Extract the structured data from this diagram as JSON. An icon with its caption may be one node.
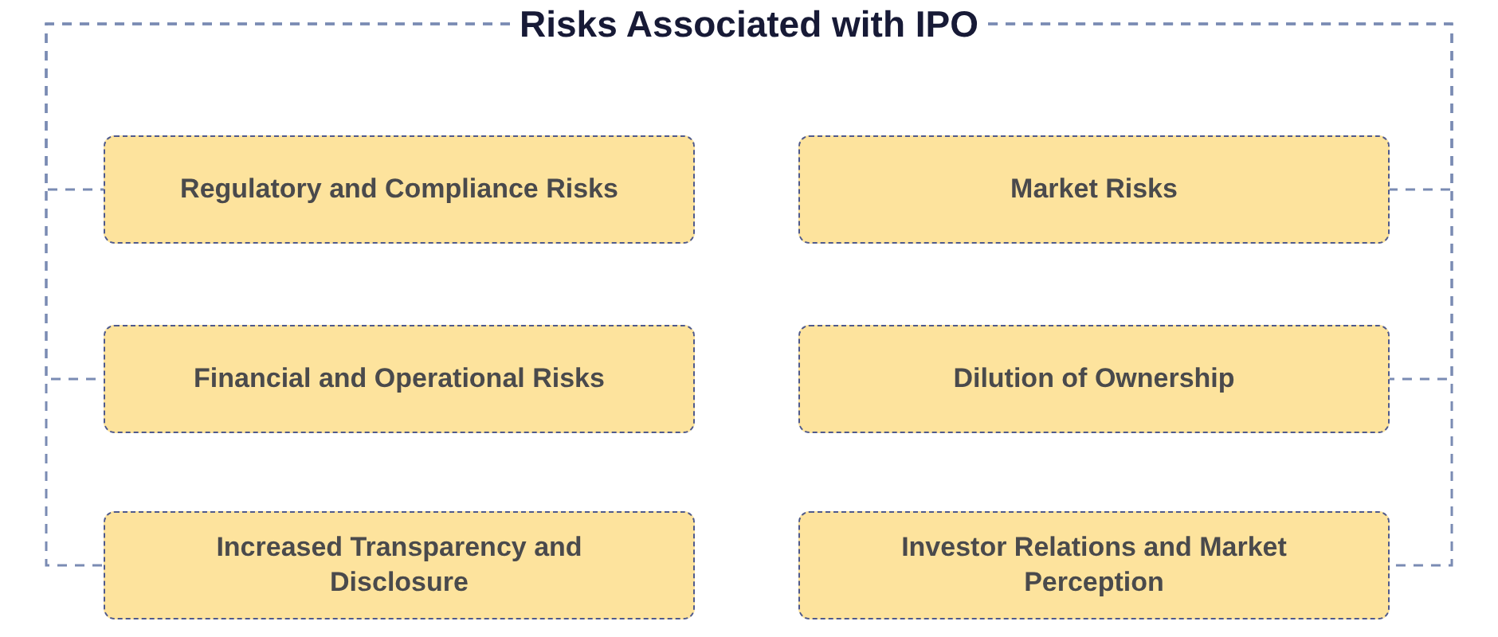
{
  "diagram": {
    "nodes": [
      {
        "text": [
          "Risks Associated with IPO"
        ]
      },
      {
        "text": [
          "Regulatory and Compliance Risks"
        ]
      },
      {
        "text": [
          "Market Risks"
        ]
      },
      {
        "text": [
          "Financial and Operational Risks"
        ]
      },
      {
        "text": [
          "Dilution of Ownership"
        ]
      },
      {
        "text": [
          "Increased Transparency and Disclosure"
        ]
      },
      {
        "text": [
          "Investor Relations and Market Perception"
        ]
      }
    ],
    "edges": [
      {
        "from": 0,
        "to": 1,
        "arrow": "none",
        "style": "dashed"
      },
      {
        "from": 0,
        "to": 3,
        "arrow": "none",
        "style": "dashed"
      },
      {
        "from": 0,
        "to": 5,
        "arrow": "none",
        "style": "dashed"
      },
      {
        "from": 0,
        "to": 2,
        "arrow": "none",
        "style": "dashed"
      },
      {
        "from": 0,
        "to": 4,
        "arrow": "none",
        "style": "dashed"
      },
      {
        "from": 0,
        "to": 6,
        "arrow": "none",
        "style": "dashed"
      }
    ]
  }
}
